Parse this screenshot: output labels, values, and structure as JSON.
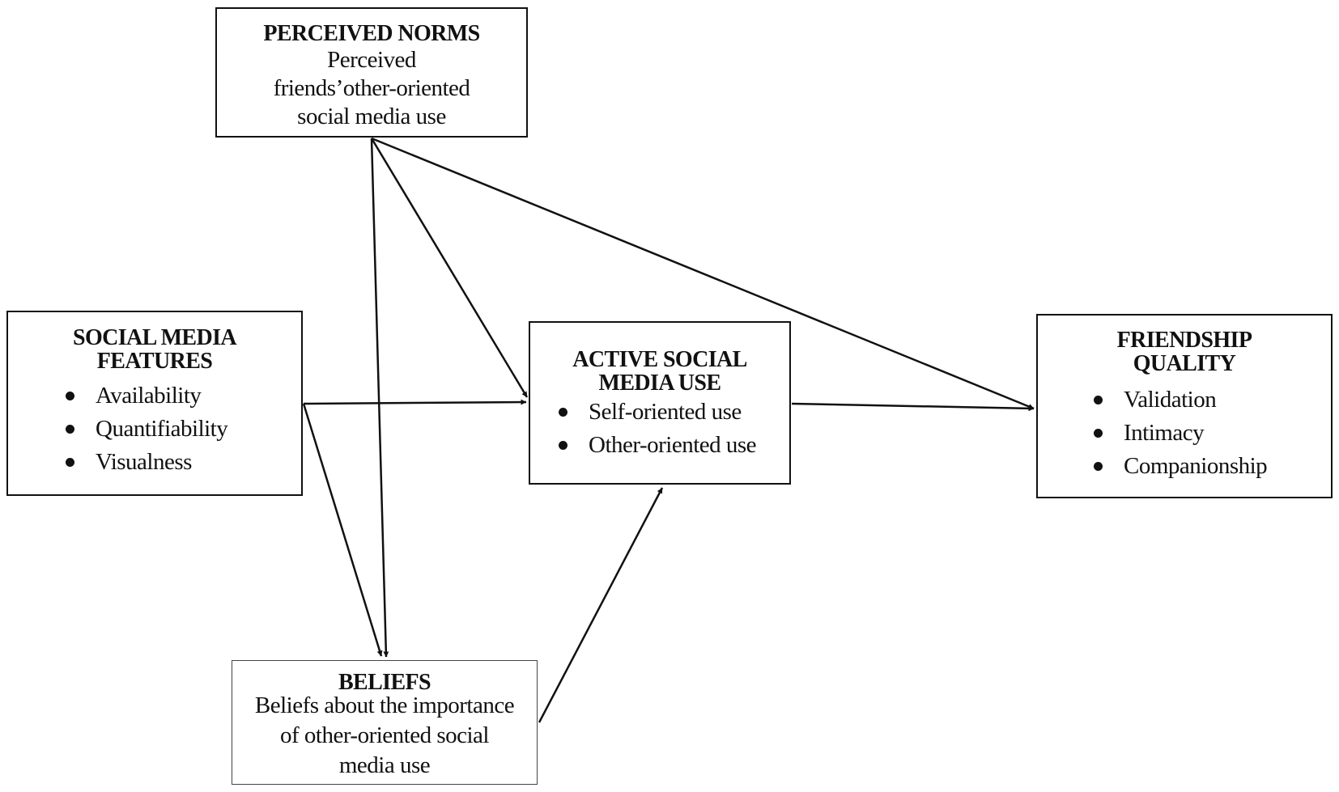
{
  "nodes": {
    "perceived_norms": {
      "title": "PERCEIVED NORMS",
      "lines": [
        "Perceived",
        "friends’other-oriented",
        "social media use"
      ]
    },
    "social_media_features": {
      "title_lines": [
        "SOCIAL MEDIA",
        "FEATURES"
      ],
      "items": [
        "Availability",
        "Quantifiability",
        "Visualness"
      ]
    },
    "active_social_media_use": {
      "title_lines": [
        "ACTIVE SOCIAL",
        "MEDIA USE"
      ],
      "items": [
        "Self-oriented use",
        "Other-oriented use"
      ]
    },
    "friendship_quality": {
      "title_lines": [
        "FRIENDSHIP",
        "QUALITY"
      ],
      "items": [
        "Validation",
        "Intimacy",
        "Companionship"
      ]
    },
    "beliefs": {
      "title": "BELIEFS",
      "lines": [
        "Beliefs about the importance",
        "of other-oriented social",
        "media use"
      ]
    }
  },
  "edges": [
    {
      "from": "perceived_norms",
      "to": "beliefs"
    },
    {
      "from": "perceived_norms",
      "to": "active_social_media_use"
    },
    {
      "from": "perceived_norms",
      "to": "friendship_quality"
    },
    {
      "from": "social_media_features",
      "to": "active_social_media_use"
    },
    {
      "from": "social_media_features",
      "to": "beliefs"
    },
    {
      "from": "active_social_media_use",
      "to": "friendship_quality"
    },
    {
      "from": "beliefs",
      "to": "active_social_media_use"
    }
  ],
  "colors": {
    "line": "#111111",
    "background": "#ffffff"
  }
}
